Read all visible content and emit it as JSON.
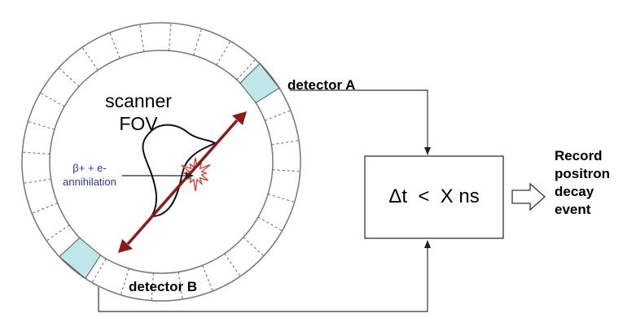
{
  "labels": {
    "scanner_line1": "scanner",
    "scanner_line2": "FOV",
    "detector_a": "detector A",
    "detector_b": "detector B",
    "annihilation_line1": "β+ + e-",
    "annihilation_line2": "annihilation",
    "coincidence_condition": "Δt  <  X ns",
    "outcome_line1": "Record",
    "outcome_line2": "positron",
    "outcome_line3": "decay",
    "outcome_line4": "event"
  },
  "colors": {
    "ring_stroke": "#777777",
    "detector_fill": "#bfe6e8",
    "line_of_response": "#8b1a1a",
    "annihilation_text": "#2b3a9a"
  }
}
